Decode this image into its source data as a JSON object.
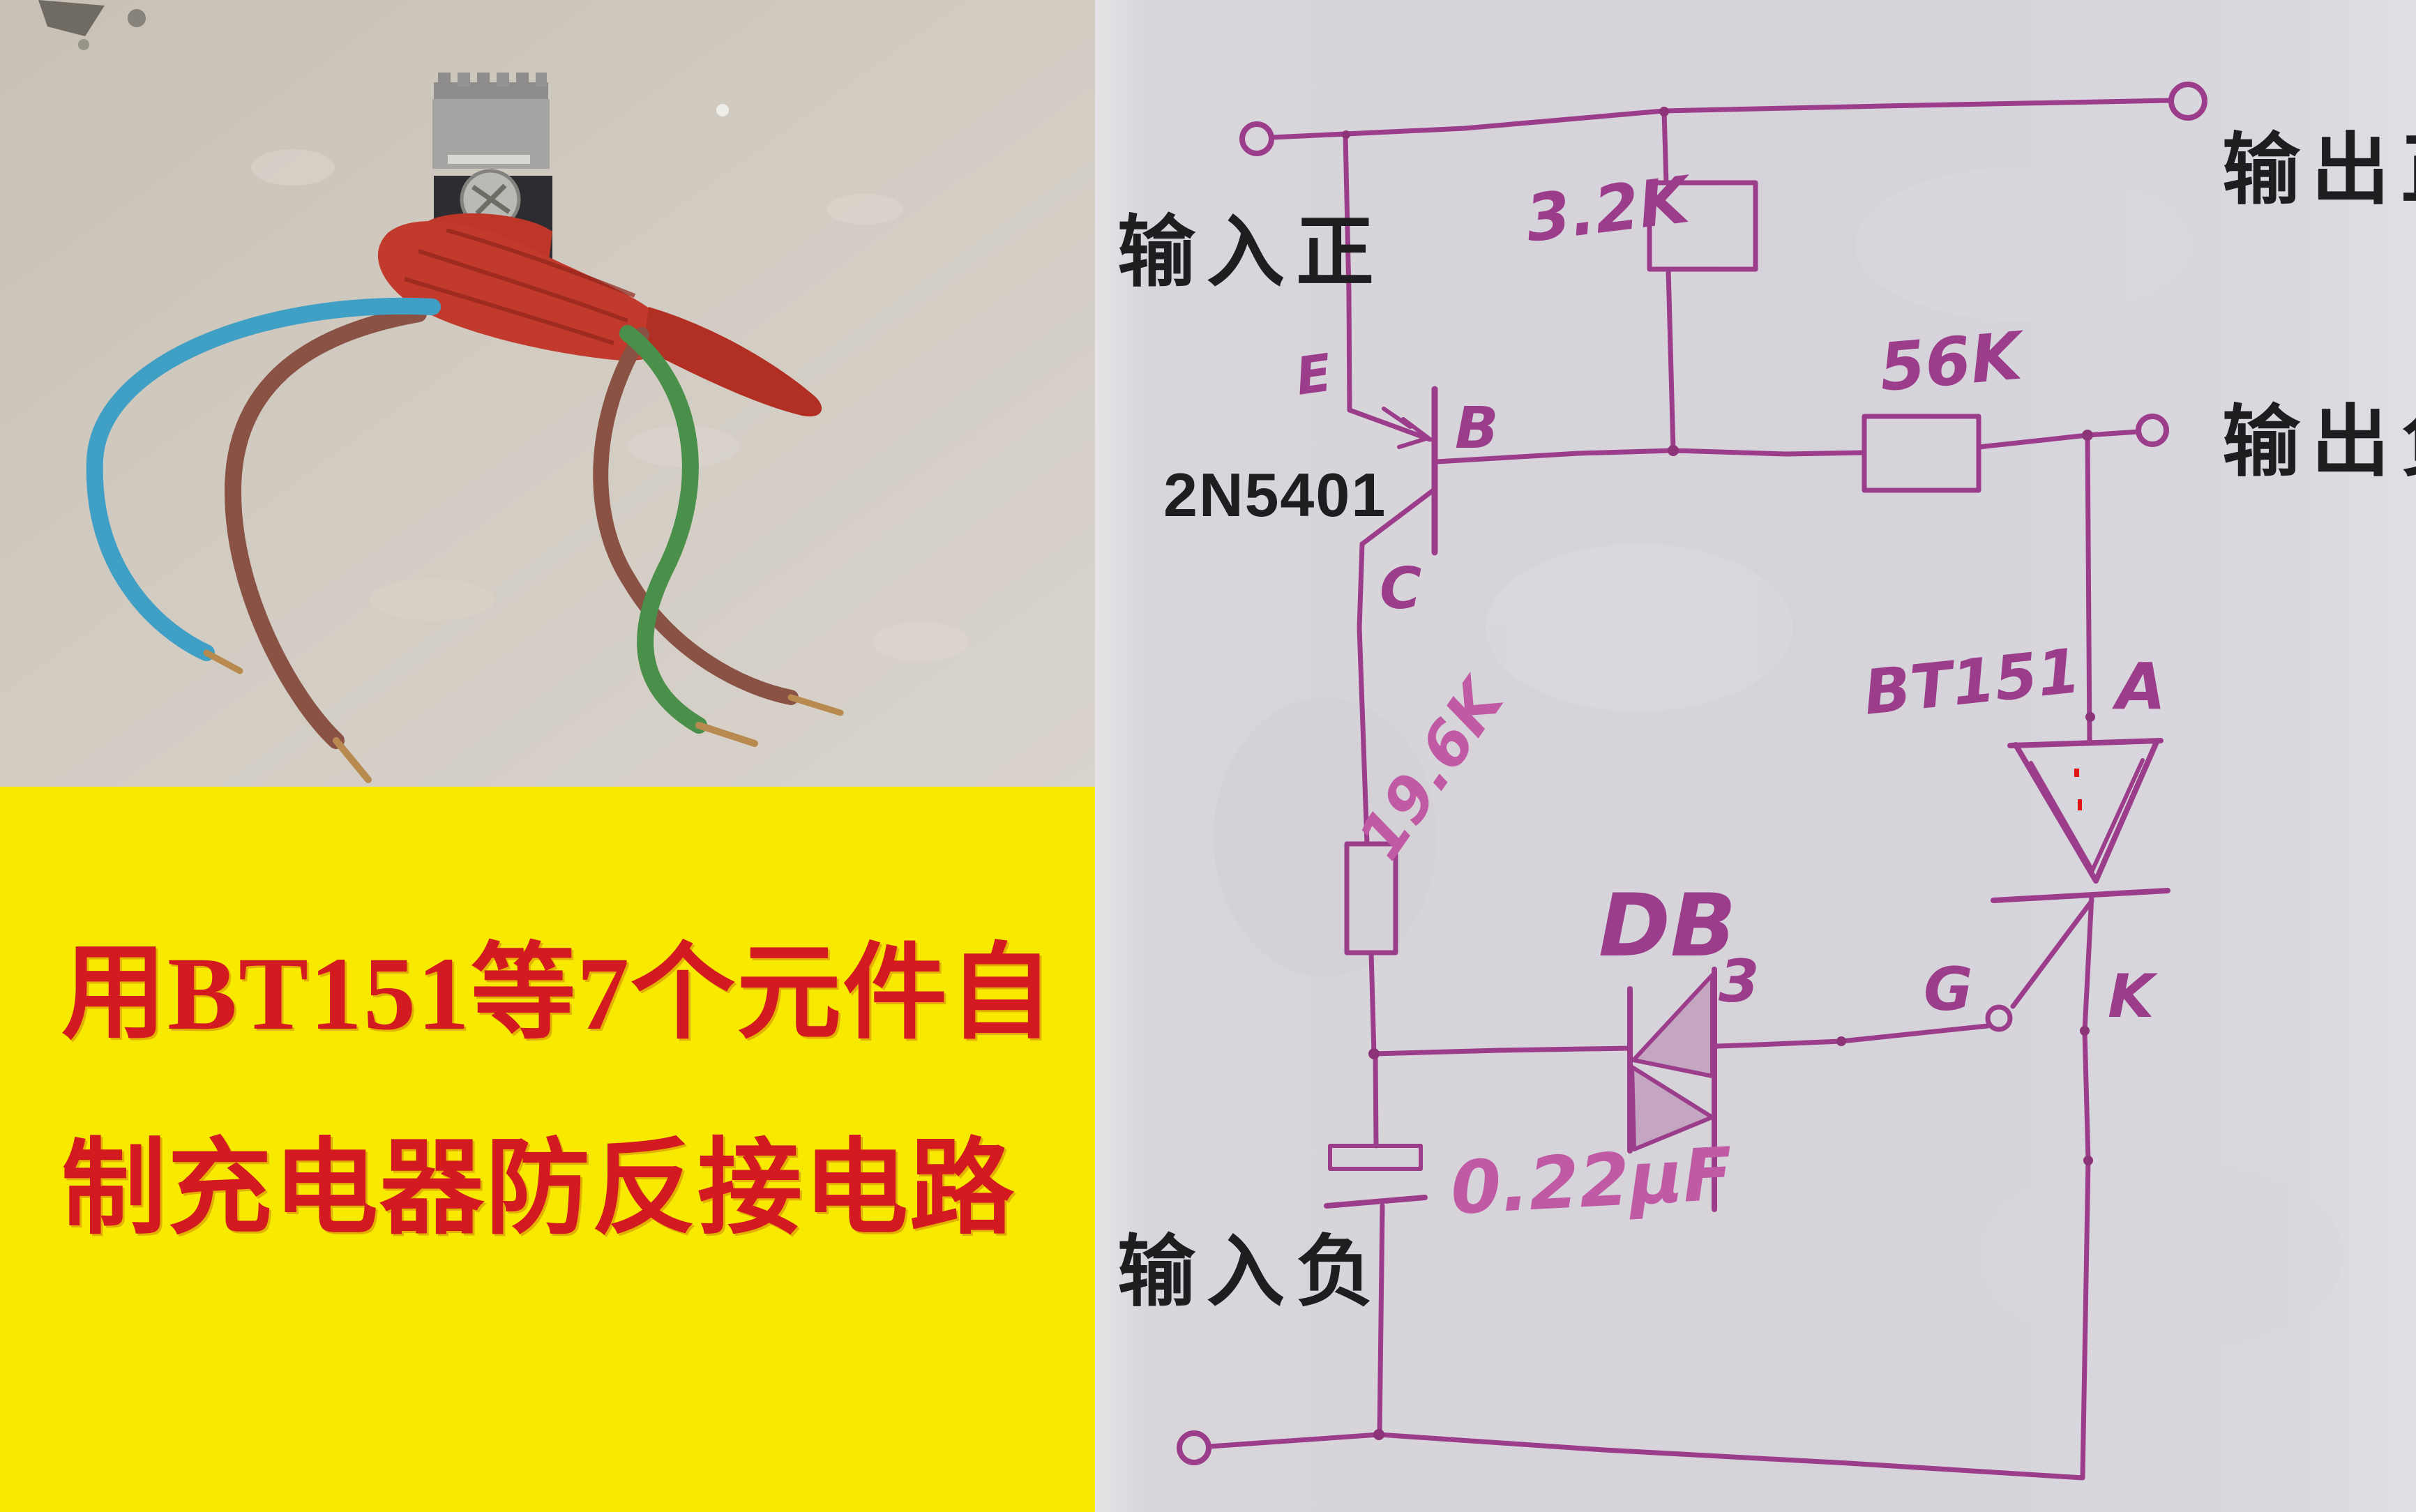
{
  "banner": {
    "line1": "用BT151等7个元件自",
    "line2": "制充电器防反接电路",
    "background": "#f7e900",
    "text_color": "#d31a20"
  },
  "schematic": {
    "ink_color": "#9c3d8b",
    "paper_color": "#d5d3d9",
    "terminals": {
      "input_positive": "输入正",
      "output_positive": "输出正",
      "output_negative": "输出负",
      "input_negative": "输入负"
    },
    "components": {
      "transistor": {
        "part": "2N5401",
        "pin_e": "E",
        "pin_b": "B",
        "pin_c": "C"
      },
      "resistor_top": "3.2K",
      "resistor_right": "56K",
      "resistor_left": "19.6K",
      "thyristor": {
        "part": "BT151",
        "pin_a": "A",
        "pin_g": "G",
        "pin_k": "K"
      },
      "diac": {
        "part": "DB",
        "sub": "3"
      },
      "capacitor": "0.22μF"
    }
  }
}
